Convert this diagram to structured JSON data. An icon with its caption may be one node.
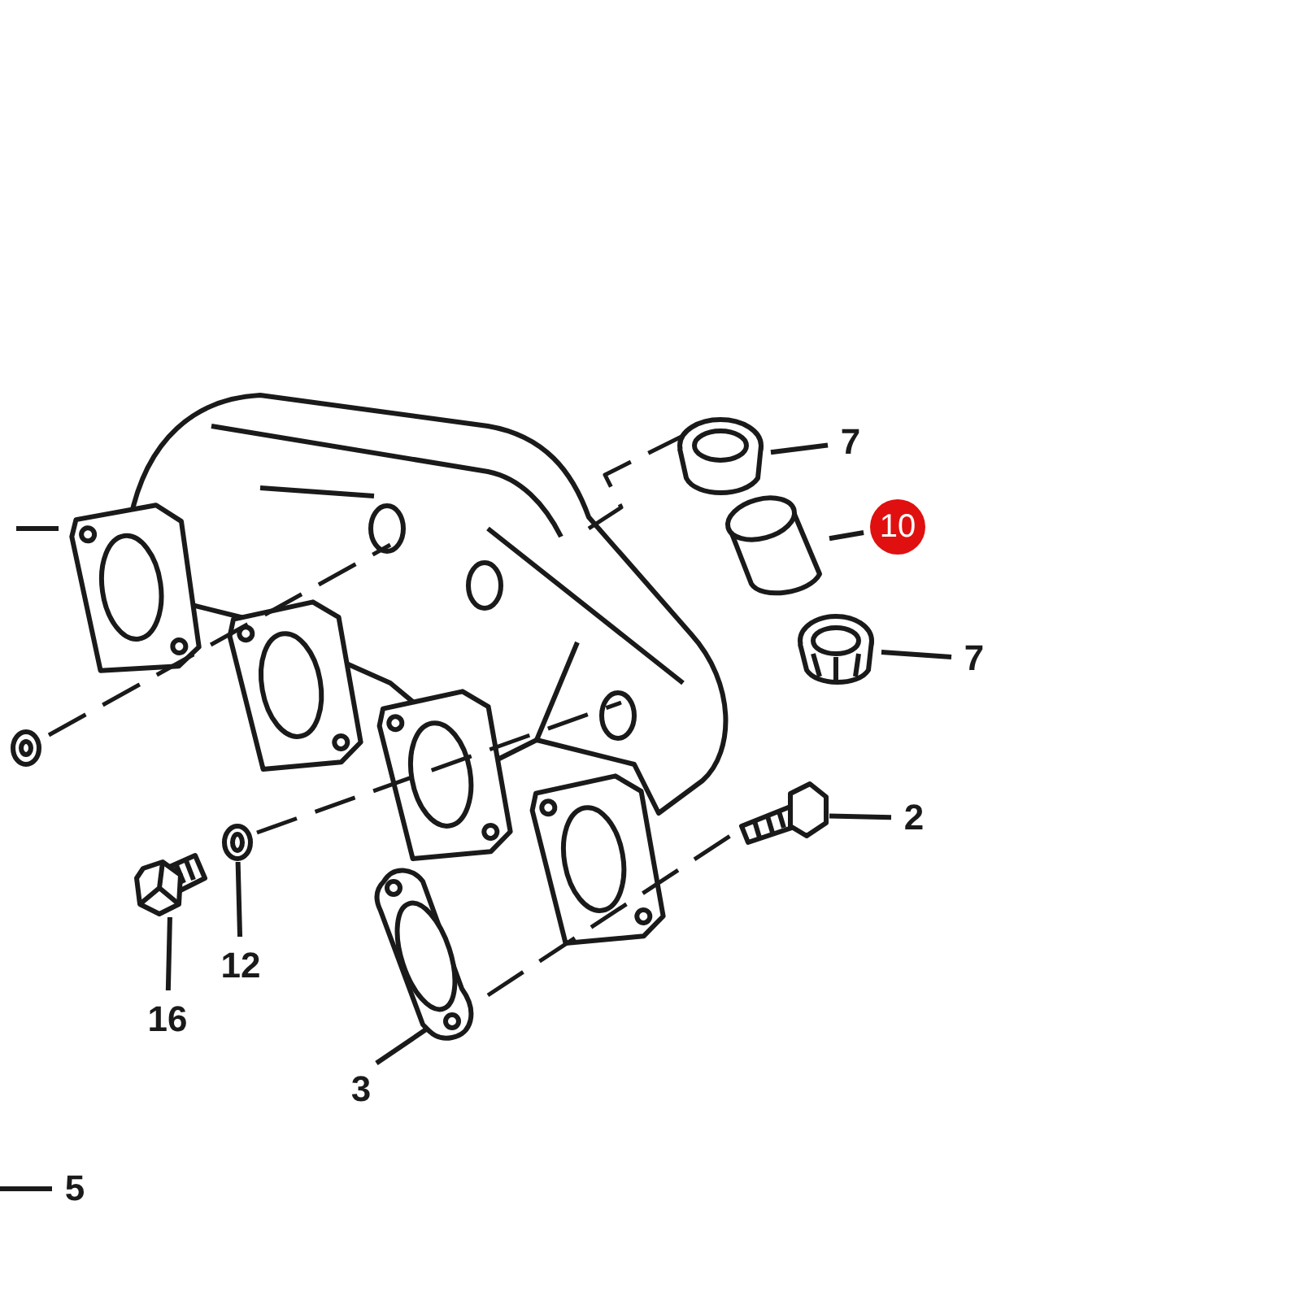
{
  "diagram": {
    "nodes": [
      {
        "text": [
          "7"
        ]
      },
      {
        "text": [
          "10"
        ]
      },
      {
        "text": [
          "7"
        ]
      },
      {
        "text": [
          "2"
        ]
      },
      {
        "text": [
          "12"
        ]
      },
      {
        "text": [
          "16"
        ]
      },
      {
        "text": [
          "3"
        ]
      },
      {
        "text": [
          "5"
        ]
      },
      {
        "text": [],
        "shape": "picture"
      },
      {
        "text": [],
        "shape": "picture"
      },
      {
        "text": [],
        "shape": "picture"
      },
      {
        "text": [],
        "shape": "picture"
      },
      {
        "text": [],
        "shape": "picture"
      },
      {
        "text": [],
        "shape": "picture"
      },
      {
        "text": [],
        "shape": "picture"
      }
    ],
    "edges": [
      {
        "from": 0,
        "to": 8,
        "arrow": "none"
      },
      {
        "from": 1,
        "to": 9,
        "arrow": "none"
      },
      {
        "from": 2,
        "to": 10,
        "arrow": "none"
      },
      {
        "from": 3,
        "to": 11,
        "arrow": "none"
      },
      {
        "from": 4,
        "to": 12,
        "arrow": "none"
      },
      {
        "from": 5,
        "to": 13,
        "arrow": "none"
      },
      {
        "from": 6,
        "to": 14,
        "arrow": "none"
      },
      {
        "from": 7,
        "to": null,
        "arrow": "none"
      }
    ]
  }
}
